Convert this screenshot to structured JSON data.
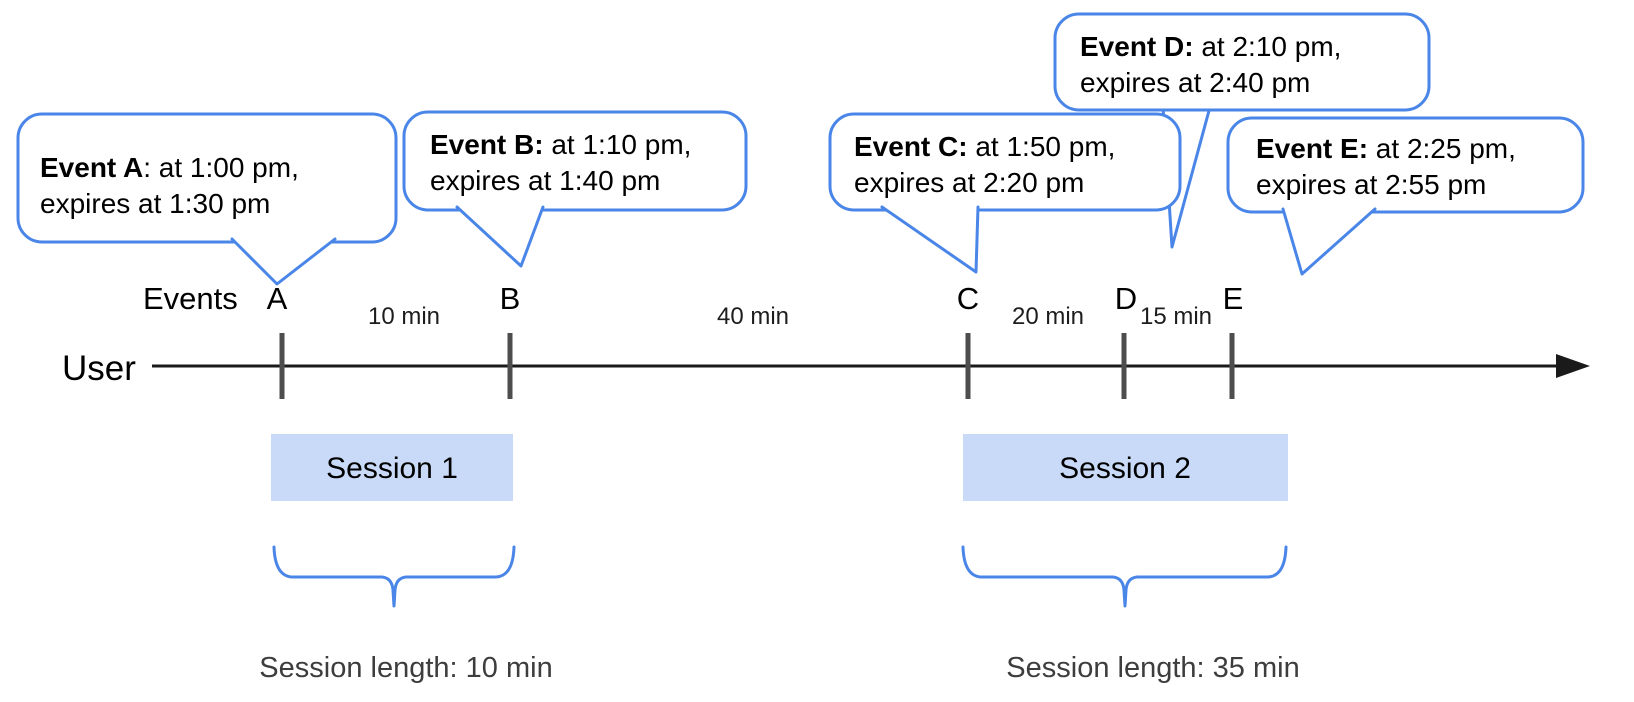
{
  "diagram": {
    "row_labels": {
      "events": "Events",
      "user": "User"
    },
    "events": [
      {
        "letter": "A",
        "callout_bold": "Event A",
        "callout_rest": ": at 1:00 pm,",
        "callout_line2": "expires at 1:30 pm"
      },
      {
        "letter": "B",
        "callout_bold": "Event B:",
        "callout_rest": " at 1:10 pm,",
        "callout_line2": "expires at 1:40 pm"
      },
      {
        "letter": "C",
        "callout_bold": "Event C:",
        "callout_rest": " at 1:50 pm,",
        "callout_line2": "expires at 2:20 pm"
      },
      {
        "letter": "D",
        "callout_bold": "Event D:",
        "callout_rest": " at 2:10 pm,",
        "callout_line2": "expires at 2:40 pm"
      },
      {
        "letter": "E",
        "callout_bold": "Event E:",
        "callout_rest": " at 2:25 pm,",
        "callout_line2": "expires at 2:55 pm"
      }
    ],
    "gaps": [
      {
        "label": "10 min"
      },
      {
        "label": "40 min"
      },
      {
        "label": "20 min"
      },
      {
        "label": "15 min"
      }
    ],
    "sessions": [
      {
        "label": "Session 1",
        "length_label": "Session length: 10 min"
      },
      {
        "label": "Session 2",
        "length_label": "Session length: 35 min"
      }
    ],
    "colors": {
      "callout_border": "#4a86e8",
      "brace": "#4a86e8",
      "session_fill": "#c9daf8",
      "tick": "#4d4d4d",
      "axis": "#1a1a1a"
    }
  }
}
